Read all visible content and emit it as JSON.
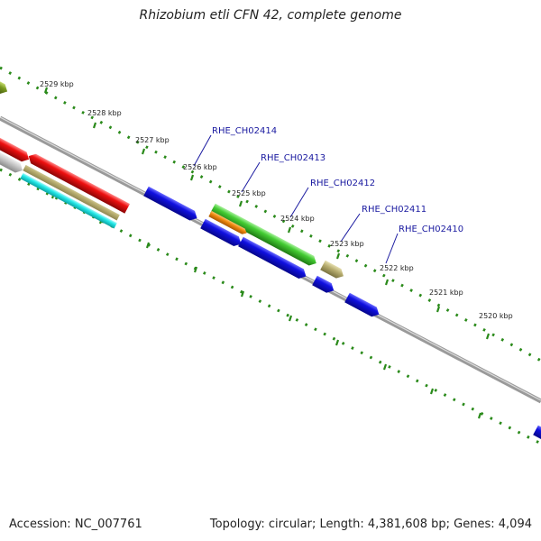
{
  "header": {
    "title": "Rhizobium etli CFN 42, complete genome"
  },
  "footer": {
    "accession": "Accession: NC_007761",
    "stats": "Topology: circular; Length: 4,381,608 bp; Genes: 4,094"
  },
  "scale_ticks": [
    "2529 kbp",
    "2528 kbp",
    "2527 kbp",
    "2526 kbp",
    "2525 kbp",
    "2524 kbp",
    "2523 kbp",
    "2522 kbp",
    "2521 kbp",
    "2520 kbp"
  ],
  "gene_labels": [
    "RHE_CH02414",
    "RHE_CH02413",
    "RHE_CH02412",
    "RHE_CH02411",
    "RHE_CH02410"
  ],
  "colors": {
    "backbone": "#8a8a8a",
    "ticks": "#2a8a1a",
    "cds_blue": "#1010e0",
    "red": "#ee1010",
    "green": "#44cc33",
    "orange": "#f08a10",
    "khaki": "#b8ae70",
    "cyan": "#22e6e6",
    "olive": "#7a9a20",
    "label_blue": "#1a1aa0"
  }
}
